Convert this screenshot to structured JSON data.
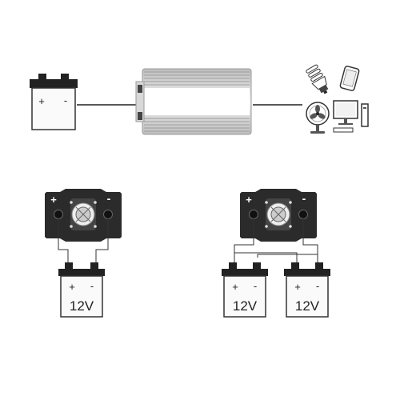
{
  "top_battery": {
    "plus": "+",
    "minus": "-"
  },
  "single_setup": {
    "inverter": {
      "plus": "+",
      "minus": "-"
    },
    "battery": {
      "plus": "+",
      "minus": "-",
      "voltage": "12V"
    }
  },
  "parallel_setup": {
    "inverter": {
      "plus": "+",
      "minus": "-"
    },
    "battery_a": {
      "plus": "+",
      "minus": "-",
      "voltage": "12V"
    },
    "battery_b": {
      "plus": "+",
      "minus": "-",
      "voltage": "12V"
    }
  },
  "devices": [
    "light-bulb-icon",
    "smartphone-icon",
    "fan-icon",
    "desktop-computer-icon"
  ],
  "colors": {
    "line": "#222222",
    "inverter_body": "#2b2b2b",
    "case_silver": "#cfcfcf"
  }
}
